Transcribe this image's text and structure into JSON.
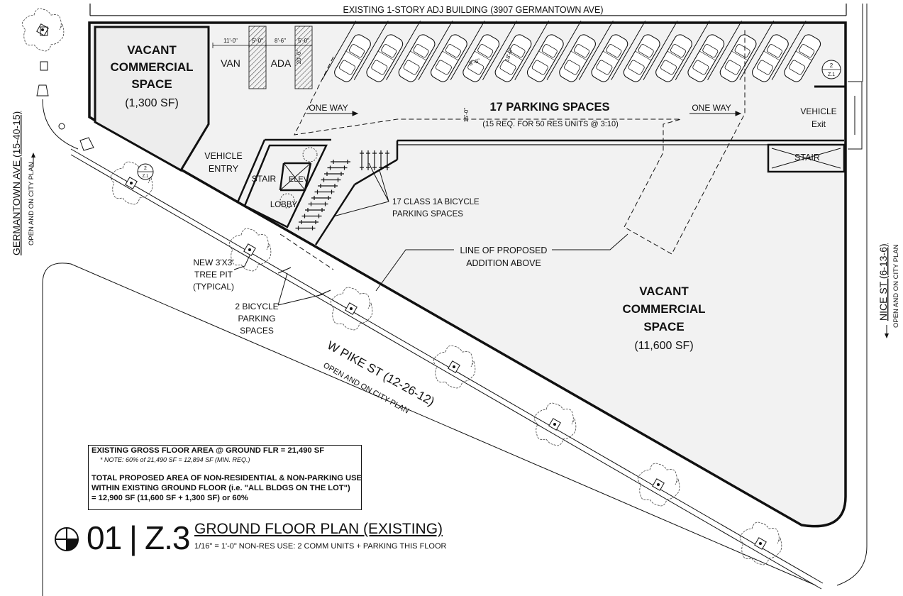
{
  "labels": {
    "adj_building": "EXISTING 1-STORY ADJ BUILDING (3907 GERMANTOWN AVE)",
    "vacant_small_l1": "VACANT",
    "vacant_small_l2": "COMMERCIAL",
    "vacant_small_l3": "SPACE",
    "vacant_small_area": "(1,300 SF)",
    "van": "VAN",
    "ada": "ADA",
    "dim_11": "11'-0\"",
    "dim_5a": "5'-0\"",
    "dim_8_6a": "8'-6\"",
    "dim_5b": "5'-0\"",
    "dim_20": "20'-0\"",
    "dim_8_6b": "8'-6\"",
    "dim_18": "18'-0\"",
    "dim_15": "15'-0\"",
    "one_way_left": "ONE WAY",
    "one_way_right": "ONE WAY",
    "parking_title": "17 PARKING SPACES",
    "parking_sub": "(15 REQ. FOR 50 RES UNITS @ 3:10)",
    "vehicle_exit_l1": "VEHICLE",
    "vehicle_exit_l2": "Exit",
    "vehicle_entry_l1": "VEHICLE",
    "vehicle_entry_l2": "ENTRY",
    "stair_left": "STAIR",
    "elev": "ELEV",
    "lobby": "LOBBY",
    "stair_right": "STAIR",
    "bike_class_l1": "17 CLASS 1A BICYCLE",
    "bike_class_l2": "PARKING SPACES",
    "line_addition_l1": "LINE OF PROPOSED",
    "line_addition_l2": "ADDITION ABOVE",
    "vacant_large_l1": "VACANT",
    "vacant_large_l2": "COMMERCIAL",
    "vacant_large_l3": "SPACE",
    "vacant_large_area": "(11,600 SF)",
    "tree_pit_l1": "NEW 3'X3'",
    "tree_pit_l2": "TREE PIT",
    "tree_pit_l3": "(TYPICAL)",
    "bike2_l1": "2 BICYCLE",
    "bike2_l2": "PARKING",
    "bike2_l3": "SPACES",
    "street_pike": "W PIKE ST (12-26-12)",
    "street_pike_sub": "OPEN AND ON CITY PLAN",
    "street_germantown": "GERMANTOWN AVE (15-40-15)",
    "street_germantown_sub": "OPEN AND ON CITY PLAN",
    "street_nice": "NICE ST (6-13-6)",
    "street_nice_sub": "OPEN AND ON CITY PLAN",
    "detail_ref_num": "2",
    "detail_ref_sheet": "Z.1",
    "detail_ref2_num": "2",
    "detail_ref2_sheet": "Z.1"
  },
  "notes": {
    "gross_line": "EXISTING GROSS FLOOR AREA @ GROUND FLR = 21,490 SF",
    "gross_note": "* NOTE: 60% of 21,490 SF = 12,894 SF (MIN. REQ.)",
    "prop_l1": "TOTAL PROPOSED AREA OF NON-RESIDENTIAL & NON-PARKING USE",
    "prop_l2": "WITHIN EXISTING GROUND FLOOR (i.e. \"ALL BLDGS ON THE LOT\")",
    "prop_l3": "= 12,900 SF (11,600 SF + 1,300 SF) or 60%"
  },
  "title": {
    "number": "01",
    "separator": "|",
    "sheet": "Z.3",
    "name": "GROUND FLOOR PLAN (EXISTING)",
    "scale": "1/16\" = 1'-0\"  NON-RES USE: 2  COMM UNITS + PARKING THIS FLOOR"
  },
  "parking": {
    "stall_count": 17
  },
  "colors": {
    "fill_grey": "#f2f2f2",
    "line": "#111111"
  }
}
